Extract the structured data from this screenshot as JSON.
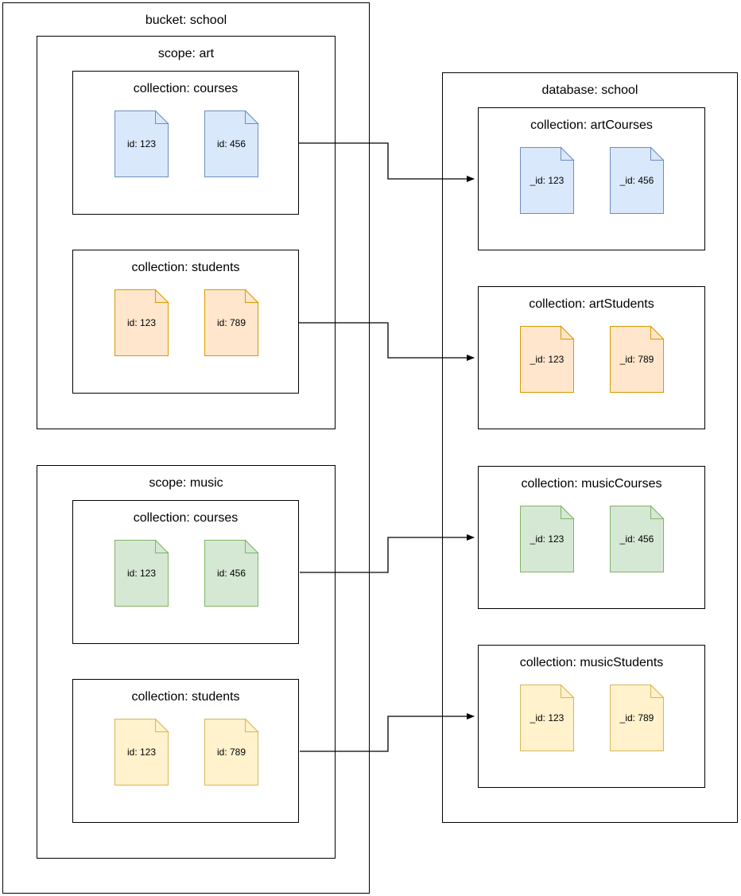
{
  "colors": {
    "blue": {
      "fill": "#dae8fc",
      "stroke": "#6c8ebf"
    },
    "orange": {
      "fill": "#ffe6cc",
      "stroke": "#d79b00"
    },
    "green": {
      "fill": "#d5e8d4",
      "stroke": "#82b366"
    },
    "yellow": {
      "fill": "#fff2cc",
      "stroke": "#d6b656"
    },
    "box_border": "#000000",
    "arrow": "#000000"
  },
  "bucket": {
    "label": "bucket: school",
    "scopes": [
      {
        "label": "scope: art",
        "collections": [
          {
            "label": "collection: courses",
            "color": "blue",
            "docs": [
              "id: 123",
              "id: 456"
            ]
          },
          {
            "label": "collection: students",
            "color": "orange",
            "docs": [
              "id: 123",
              "id: 789"
            ]
          }
        ]
      },
      {
        "label": "scope: music",
        "collections": [
          {
            "label": "collection: courses",
            "color": "green",
            "docs": [
              "id: 123",
              "id: 456"
            ]
          },
          {
            "label": "collection: students",
            "color": "yellow",
            "docs": [
              "id: 123",
              "id: 789"
            ]
          }
        ]
      }
    ]
  },
  "database": {
    "label": "database: school",
    "collections": [
      {
        "label": "collection: artCourses",
        "color": "blue",
        "docs": [
          "_id: 123",
          "_id: 456"
        ]
      },
      {
        "label": "collection: artStudents",
        "color": "orange",
        "docs": [
          "_id: 123",
          "_id: 789"
        ]
      },
      {
        "label": "collection: musicCourses",
        "color": "green",
        "docs": [
          "_id: 123",
          "_id: 456"
        ]
      },
      {
        "label": "collection: musicStudents",
        "color": "yellow",
        "docs": [
          "_id: 123",
          "_id: 789"
        ]
      }
    ]
  }
}
